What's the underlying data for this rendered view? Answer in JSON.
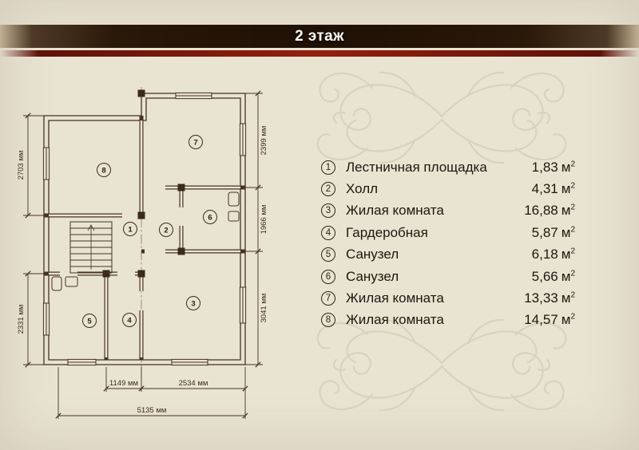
{
  "header": {
    "title": "2 этаж"
  },
  "legend": {
    "items": [
      {
        "num": "1",
        "name": "Лестничная площадка",
        "area": "1,83"
      },
      {
        "num": "2",
        "name": "Холл",
        "area": "4,31"
      },
      {
        "num": "3",
        "name": "Жилая комната",
        "area": "16,88"
      },
      {
        "num": "4",
        "name": "Гардеробная",
        "area": "5,87"
      },
      {
        "num": "5",
        "name": "Санузел",
        "area": "6,18"
      },
      {
        "num": "6",
        "name": "Санузел",
        "area": "5,66"
      },
      {
        "num": "7",
        "name": "Жилая комната",
        "area": "13,33"
      },
      {
        "num": "8",
        "name": "Жилая комната",
        "area": "14,57"
      }
    ],
    "unit": "м",
    "unit_sup": "2"
  },
  "plan": {
    "rooms": [
      "1",
      "2",
      "3",
      "4",
      "5",
      "6",
      "7",
      "8"
    ],
    "dims": {
      "left_top": "2703 мм",
      "left_bottom": "2331 мм",
      "right_top": "2399 мм",
      "right_middle": "1966 мм",
      "right_bottom": "3041 мм",
      "bottom_left": "1149 мм",
      "bottom_right": "2534 мм",
      "bottom_total": "5135 мм"
    }
  },
  "colors": {
    "background": "#e9e3d2",
    "header_bar": "#241307",
    "accent_stripe": "#93200f",
    "drawing_line": "#46331f",
    "ornament": "#d9d2bb",
    "text": "#1e170e",
    "title_text": "#fdfbf6"
  }
}
